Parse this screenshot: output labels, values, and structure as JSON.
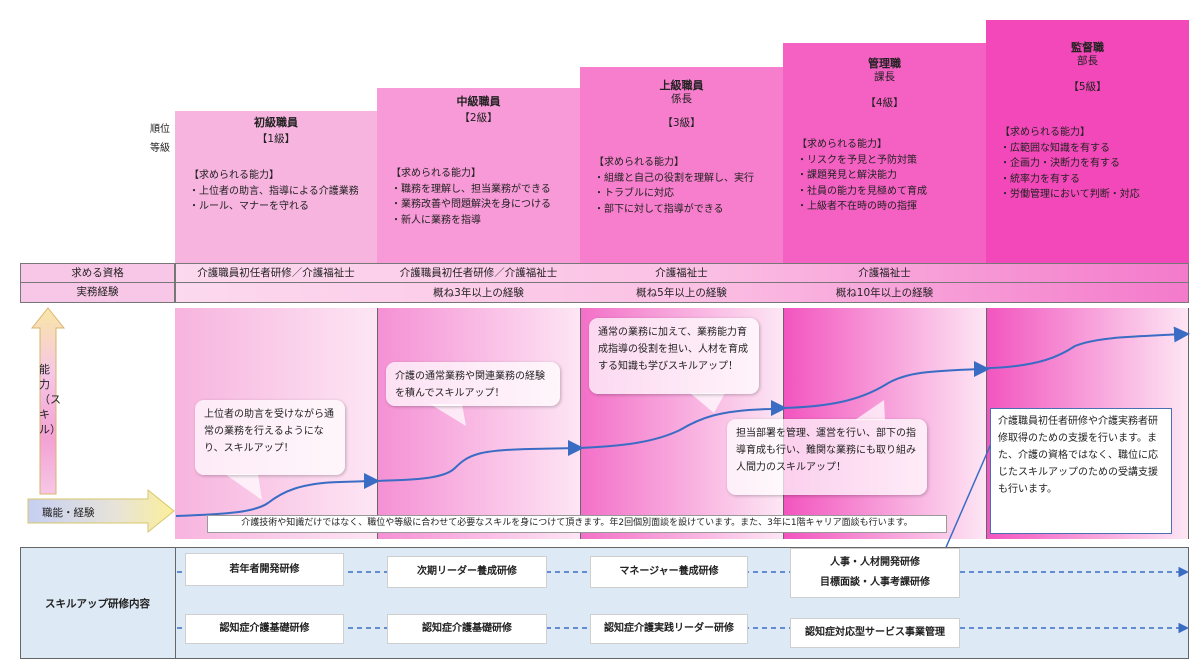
{
  "side_labels": {
    "rank": "順位",
    "grade": "等級"
  },
  "tiers": [
    {
      "title": "初級職員",
      "subtitle": "",
      "grade": "【1級】",
      "abilities_header": "【求められる能力】",
      "abilities": [
        "・上位者の助言、指導による介護業務",
        "・ルール、マナーを守れる"
      ],
      "qualification": "介護職員初任者研修／介護福祉士",
      "experience": ""
    },
    {
      "title": "中級職員",
      "subtitle": "",
      "grade": "【2級】",
      "abilities_header": "【求められる能力】",
      "abilities": [
        "・職務を理解し、担当業務ができる",
        "・業務改善や問題解決を身につける",
        "・新人に業務を指導"
      ],
      "qualification": "介護職員初任者研修／介護福祉士",
      "experience": "概ね3年以上の経験"
    },
    {
      "title": "上級職員",
      "subtitle": "係長",
      "grade": "【3級】",
      "abilities_header": "【求められる能力】",
      "abilities": [
        "・組織と自己の役割を理解し、実行",
        "・トラブルに対応",
        "・部下に対して指導ができる"
      ],
      "qualification": "介護福祉士",
      "experience": "概ね5年以上の経験"
    },
    {
      "title": "管理職",
      "subtitle": "課長",
      "grade": "【4級】",
      "abilities_header": "【求められる能力】",
      "abilities": [
        "・リスクを予見と予防対策",
        "・課題発見と解決能力",
        "・社員の能力を見極めて育成",
        "・上級者不在時の時の指揮"
      ],
      "qualification": "介護福祉士",
      "experience": "概ね10年以上の経験"
    },
    {
      "title": "監督職",
      "subtitle": "部長",
      "grade": "【5級】",
      "abilities_header": "【求められる能力】",
      "abilities": [
        "・広範囲な知識を有する",
        "・企画力・決断力を有する",
        "・統率力を有する",
        "・労働管理において判断・対応"
      ],
      "qualification": "",
      "experience": ""
    }
  ],
  "rows": {
    "qualification_label": "求める資格",
    "experience_label": "実務経験"
  },
  "axis": {
    "ability": "能力（スキル）",
    "career": "職能・経験"
  },
  "bubbles": [
    "上位者の助言を受けながら通常の業務を行えるようになり、スキルアップ！",
    "介護の通常業務や関連業務の経験を積んでスキルアップ！",
    "通常の業務に加えて、業務能力育成指導の役割を担い、人材を育成する知識も学びスキルアップ！",
    "担当部署を管理、運営を行い、部下の指導育成も行い、難関な業務にも取り組み人間力のスキルアップ！"
  ],
  "note": "介護技術や知識だけではなく、職位や等級に合わせて必要なスキルを身につけて頂きます。年2回個別面談を設けています。また、3年に1階キャリア面談も行います。",
  "support_text": "介護職員初任者研修や介護実務者研修取得のための支援を行います。また、介護の資格ではなく、職位に応じたスキルアップのための受講支援も行います。",
  "training": {
    "label": "スキルアップ研修内容",
    "row1": [
      "若年者開発研修",
      "次期リーダー養成研修",
      "マネージャー養成研修",
      "人事・人材開発研修",
      "目標面談・人事考課研修"
    ],
    "row2": [
      "認知症介護基礎研修",
      "認知症介護基礎研修",
      "認知症介護実践リーダー研修",
      "認知症対応型サービス事業管理"
    ]
  },
  "colors": {
    "tier_fills": [
      "#f6b4df",
      "#f79ad7",
      "#f67ecc",
      "#f560c3",
      "#f348b9"
    ],
    "table_pink": "#fbd3ec",
    "training_bg": "#dde9f4",
    "curve_blue": "#3a6cc4"
  }
}
